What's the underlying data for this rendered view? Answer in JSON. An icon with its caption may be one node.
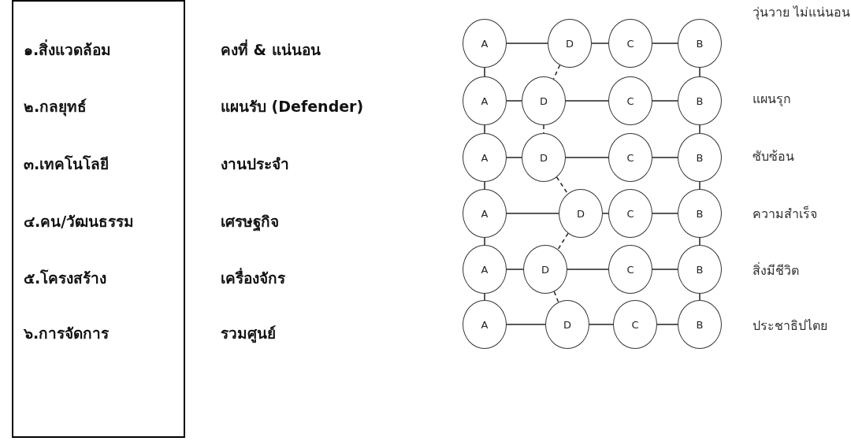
{
  "diagram": {
    "nodes": [
      {
        "text": [
          "A"
        ]
      },
      {
        "text": [
          "D"
        ]
      },
      {
        "text": [
          "C"
        ]
      },
      {
        "text": [
          "B"
        ]
      },
      {
        "text": [
          "A"
        ]
      },
      {
        "text": [
          "D"
        ]
      },
      {
        "text": [
          "C"
        ]
      },
      {
        "text": [
          "B"
        ]
      },
      {
        "text": [
          "A"
        ]
      },
      {
        "text": [
          "D"
        ]
      },
      {
        "text": [
          "C"
        ]
      },
      {
        "text": [
          "B"
        ]
      },
      {
        "text": [
          "A"
        ]
      },
      {
        "text": [
          "D"
        ]
      },
      {
        "text": [
          "C"
        ]
      },
      {
        "text": [
          "B"
        ]
      },
      {
        "text": [
          "A"
        ]
      },
      {
        "text": [
          "D"
        ]
      },
      {
        "text": [
          "C"
        ]
      },
      {
        "text": [
          "B"
        ]
      },
      {
        "text": [
          "A"
        ]
      },
      {
        "text": [
          "D"
        ]
      },
      {
        "text": [
          "C"
        ]
      },
      {
        "text": [
          "B"
        ]
      }
    ],
    "edges": [
      {
        "from": 0,
        "to": 1,
        "arrow": "none"
      },
      {
        "from": 1,
        "to": 2,
        "arrow": "none"
      },
      {
        "from": 2,
        "to": 3,
        "arrow": "none"
      },
      {
        "from": 4,
        "to": 5,
        "arrow": "none"
      },
      {
        "from": 5,
        "to": 6,
        "arrow": "none"
      },
      {
        "from": 6,
        "to": 7,
        "arrow": "none"
      },
      {
        "from": 8,
        "to": 9,
        "arrow": "none"
      },
      {
        "from": 9,
        "to": 10,
        "arrow": "none"
      },
      {
        "from": 10,
        "to": 11,
        "arrow": "none"
      },
      {
        "from": 12,
        "to": 13,
        "arrow": "none"
      },
      {
        "from": 13,
        "to": 14,
        "arrow": "none"
      },
      {
        "from": 14,
        "to": 15,
        "arrow": "none"
      },
      {
        "from": 16,
        "to": 17,
        "arrow": "none"
      },
      {
        "from": 17,
        "to": 18,
        "arrow": "none"
      },
      {
        "from": 18,
        "to": 19,
        "arrow": "none"
      },
      {
        "from": 20,
        "to": 21,
        "arrow": "none"
      },
      {
        "from": 21,
        "to": 22,
        "arrow": "none"
      },
      {
        "from": 22,
        "to": 23,
        "arrow": "none"
      },
      {
        "from": 0,
        "to": 4,
        "arrow": "none"
      },
      {
        "from": 1,
        "to": 5,
        "arrow": "none",
        "style": "dashed"
      },
      {
        "from": 3,
        "to": 7,
        "arrow": "none"
      },
      {
        "from": 4,
        "to": 8,
        "arrow": "none"
      },
      {
        "from": 5,
        "to": 9,
        "arrow": "none",
        "style": "dashed"
      },
      {
        "from": 7,
        "to": 11,
        "arrow": "none"
      },
      {
        "from": 8,
        "to": 12,
        "arrow": "none"
      },
      {
        "from": 9,
        "to": 13,
        "arrow": "none",
        "style": "dashed"
      },
      {
        "from": 11,
        "to": 15,
        "arrow": "none"
      },
      {
        "from": 12,
        "to": 16,
        "arrow": "none"
      },
      {
        "from": 13,
        "to": 17,
        "arrow": "none",
        "style": "dashed"
      },
      {
        "from": 15,
        "to": 19,
        "arrow": "none"
      },
      {
        "from": 16,
        "to": 20,
        "arrow": "none"
      },
      {
        "from": 17,
        "to": 21,
        "arrow": "none",
        "style": "dashed"
      },
      {
        "from": 19,
        "to": 23,
        "arrow": "none"
      }
    ],
    "labels": [
      "๑.สิ่งแวดล้อม",
      "คงที่ & แน่นอน",
      "วุ่นวาย ไม่แน่นอน",
      "๒.กลยุทธ์",
      "แผนรับ (Defender)",
      "แผนรุก",
      "๓.เทคโนโลยี",
      "งานประจำ",
      "ซับซ้อน",
      "๔.คน/วัฒนธรรม",
      "เศรษฐกิจ",
      "ความสำเร็จ",
      "๕.โครงสร้าง",
      "เครื่องจักร",
      "สิ่งมีชีวิต",
      "๖.การจัดการ",
      "รวมศูนย์",
      "ประชาธิปไตย"
    ]
  }
}
